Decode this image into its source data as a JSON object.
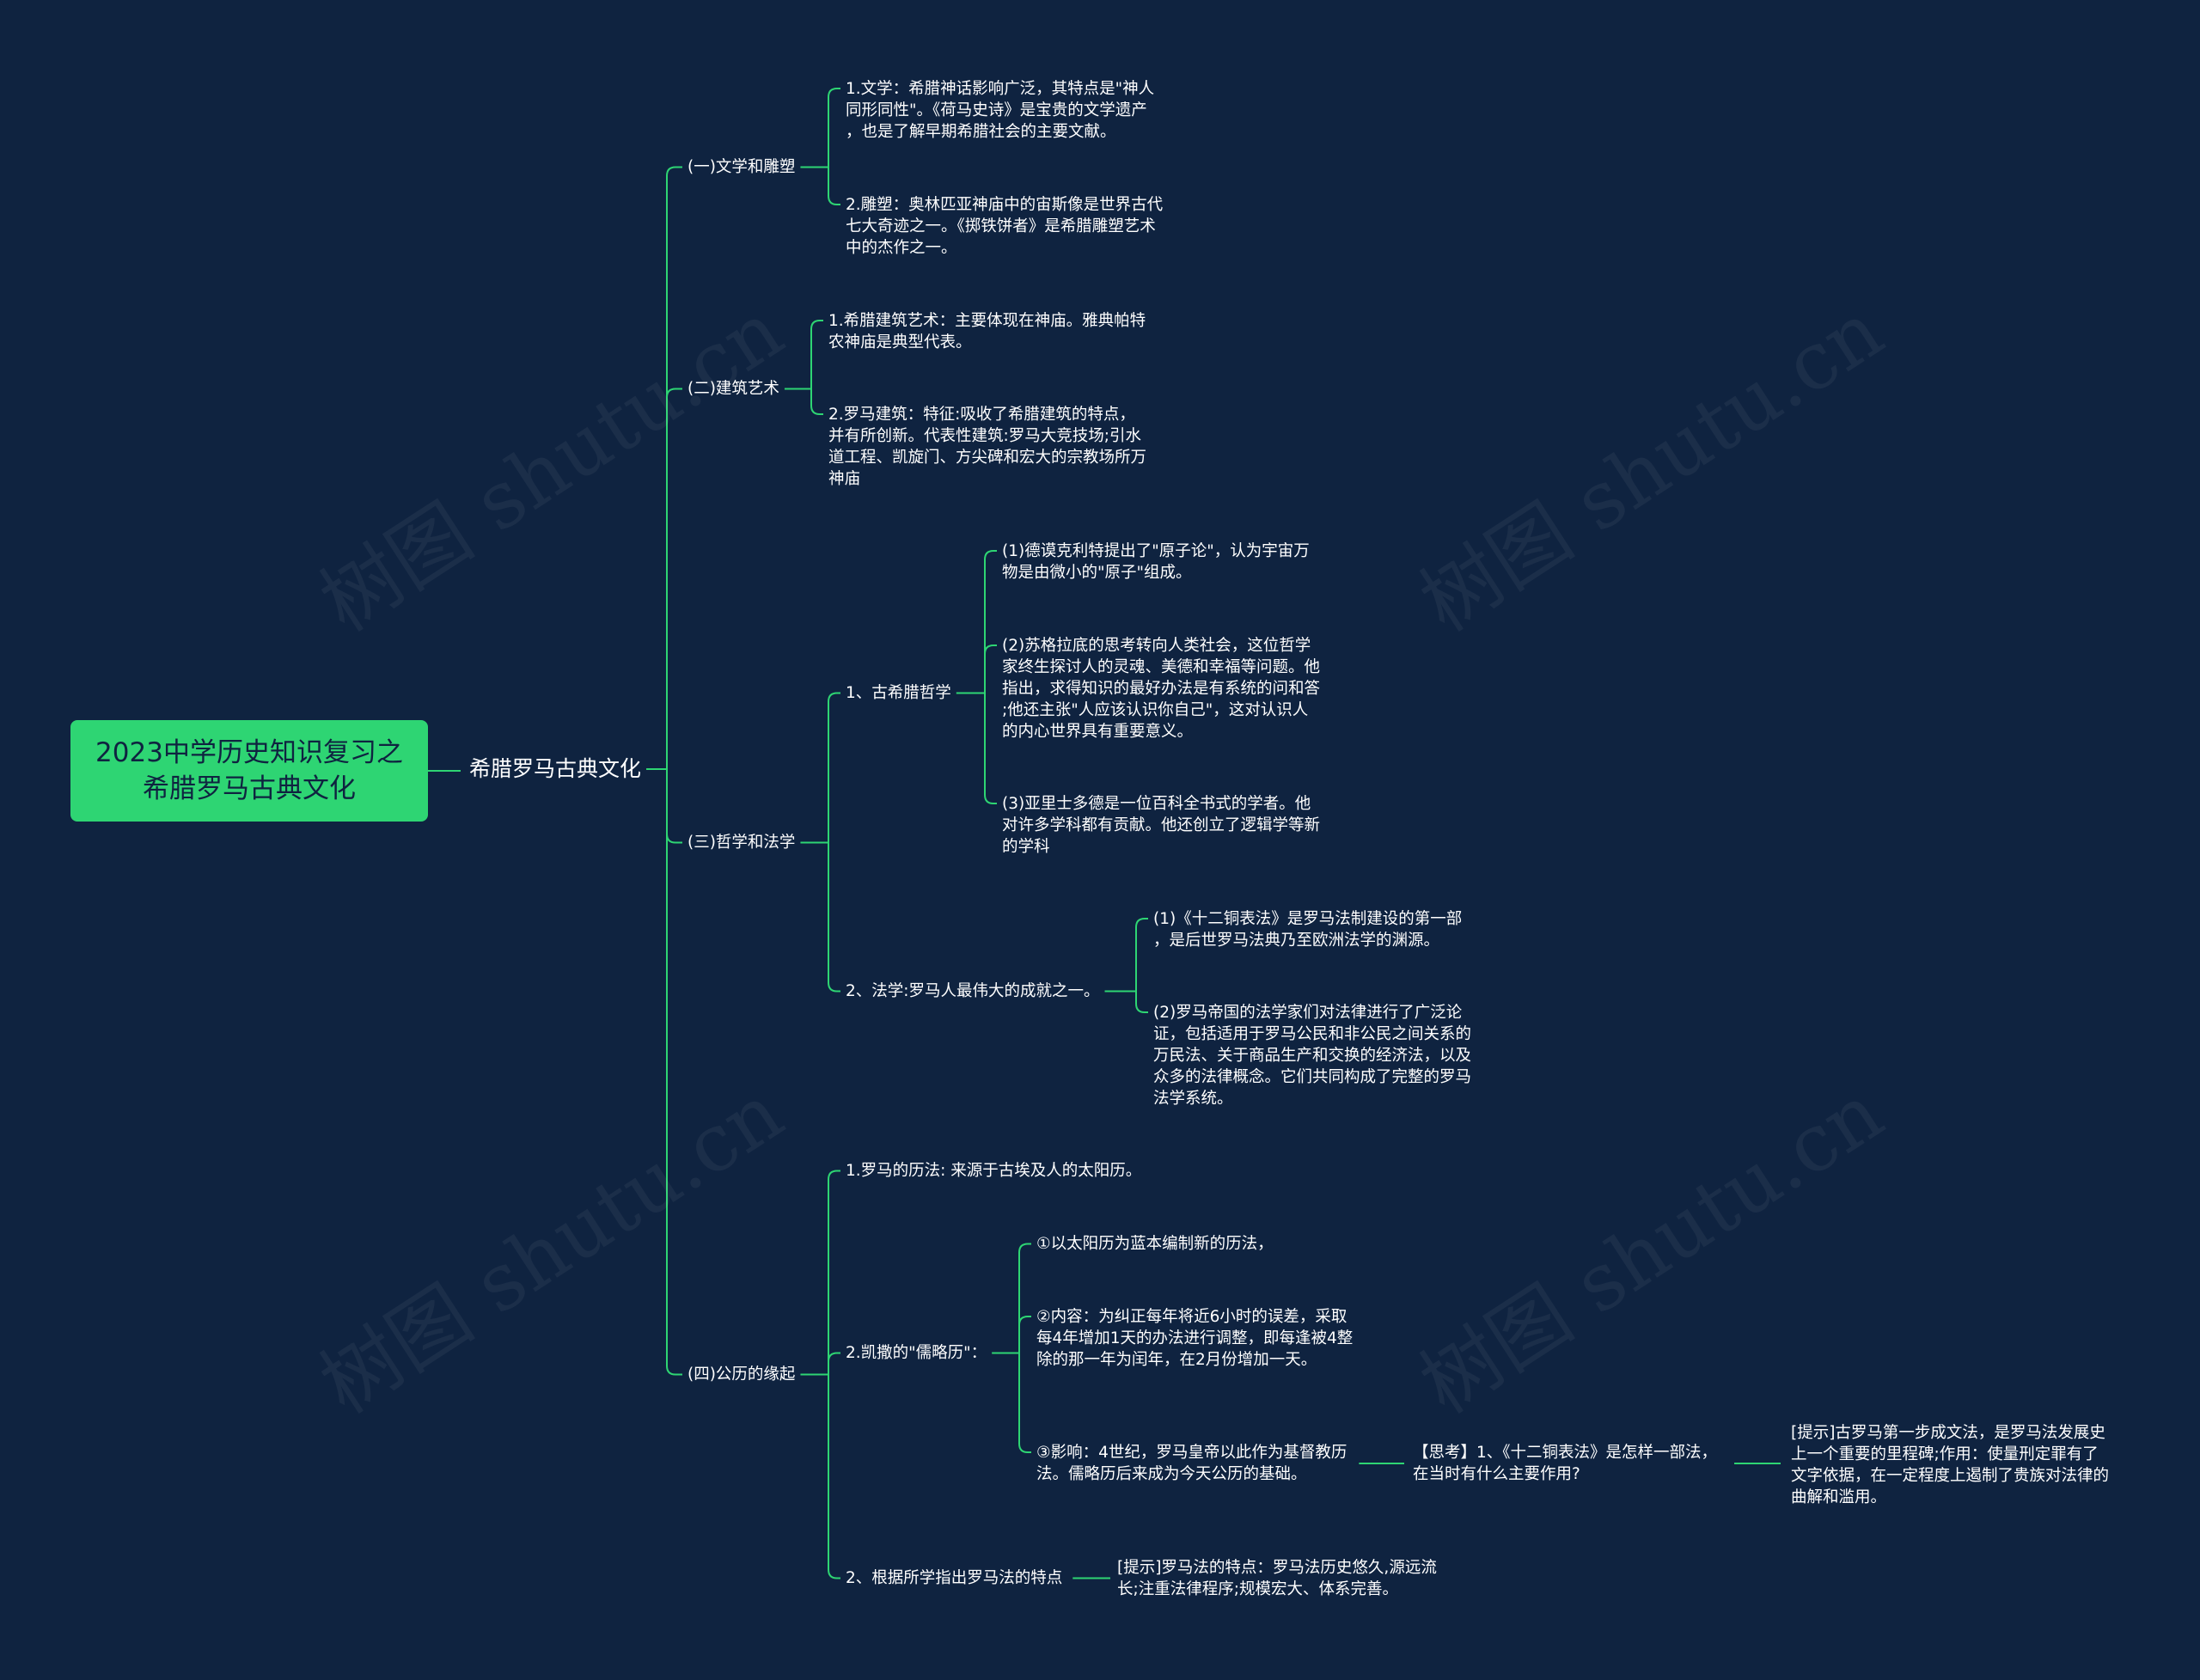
{
  "watermark": "树图 shutu.cn",
  "root": "2023中学历史知识复习之\n希腊罗马古典文化",
  "main": "希腊罗马古典文化",
  "sections": [
    {
      "title": "(一)文学和雕塑",
      "items": [
        "1.文学：希腊神话影响广泛，其特点是\"神人\n同形同性\"。《荷马史诗》是宝贵的文学遗产\n，也是了解早期希腊社会的主要文献。",
        "2.雕塑：奥林匹亚神庙中的宙斯像是世界古代\n七大奇迹之一。《掷铁饼者》是希腊雕塑艺术\n中的杰作之一。"
      ]
    },
    {
      "title": "(二)建筑艺术",
      "items": [
        "1.希腊建筑艺术：主要体现在神庙。雅典帕特\n农神庙是典型代表。",
        "2.罗马建筑：特征:吸收了希腊建筑的特点，\n并有所创新。代表性建筑:罗马大竞技场;引水\n道工程、凯旋门、方尖碑和宏大的宗教场所万\n神庙"
      ]
    },
    {
      "title": "(三)哲学和法学",
      "subs": [
        {
          "title": "1、古希腊哲学",
          "items": [
            "(1)德谟克利特提出了\"原子论\"，认为宇宙万\n物是由微小的\"原子\"组成。",
            "(2)苏格拉底的思考转向人类社会，这位哲学\n家终生探讨人的灵魂、美德和幸福等问题。他\n指出，求得知识的最好办法是有系统的问和答\n;他还主张\"人应该认识你自己\"，这对认识人\n的内心世界具有重要意义。",
            "(3)亚里士多德是一位百科全书式的学者。他\n对许多学科都有贡献。他还创立了逻辑学等新\n的学科"
          ]
        },
        {
          "title": "2、法学:罗马人最伟大的成就之一。",
          "items": [
            "(1)《十二铜表法》是罗马法制建设的第一部\n，是后世罗马法典乃至欧洲法学的渊源。",
            "(2)罗马帝国的法学家们对法律进行了广泛论\n证，包括适用于罗马公民和非公民之间关系的\n万民法、关于商品生产和交换的经济法，以及\n众多的法律概念。它们共同构成了完整的罗马\n法学系统。"
          ]
        }
      ]
    },
    {
      "title": "(四)公历的缘起",
      "subs": [
        {
          "title": "1.罗马的历法: 来源于古埃及人的太阳历。"
        },
        {
          "title": "2.凯撒的\"儒略历\"：",
          "items": [
            "①以太阳历为蓝本编制新的历法，",
            "②内容：为纠正每年将近6小时的误差，采取\n每4年增加1天的办法进行调整，即每逢被4整\n除的那一年为闰年，在2月份增加一天。",
            "③影响：4世纪，罗马皇帝以此作为基督教历\n法。儒略历后来成为今天公历的基础。"
          ],
          "think": "【思考】1、《十二铜表法》是怎样一部法，\n在当时有什么主要作用?",
          "think_hint": "[提示]古罗马第一步成文法，是罗马法发展史\n上一个重要的里程碑;作用：使量刑定罪有了\n文字依据，在一定程度上遏制了贵族对法律的\n曲解和滥用。"
        },
        {
          "title": "2、根据所学指出罗马法的特点",
          "hint": "[提示]罗马法的特点：罗马法历史悠久,源远流\n长;注重法律程序;规模宏大、体系完善。"
        }
      ]
    }
  ],
  "colors": {
    "background": "#0f2340",
    "root": "#2ed573",
    "edge": "#2ed573",
    "text": "#ffffff"
  }
}
